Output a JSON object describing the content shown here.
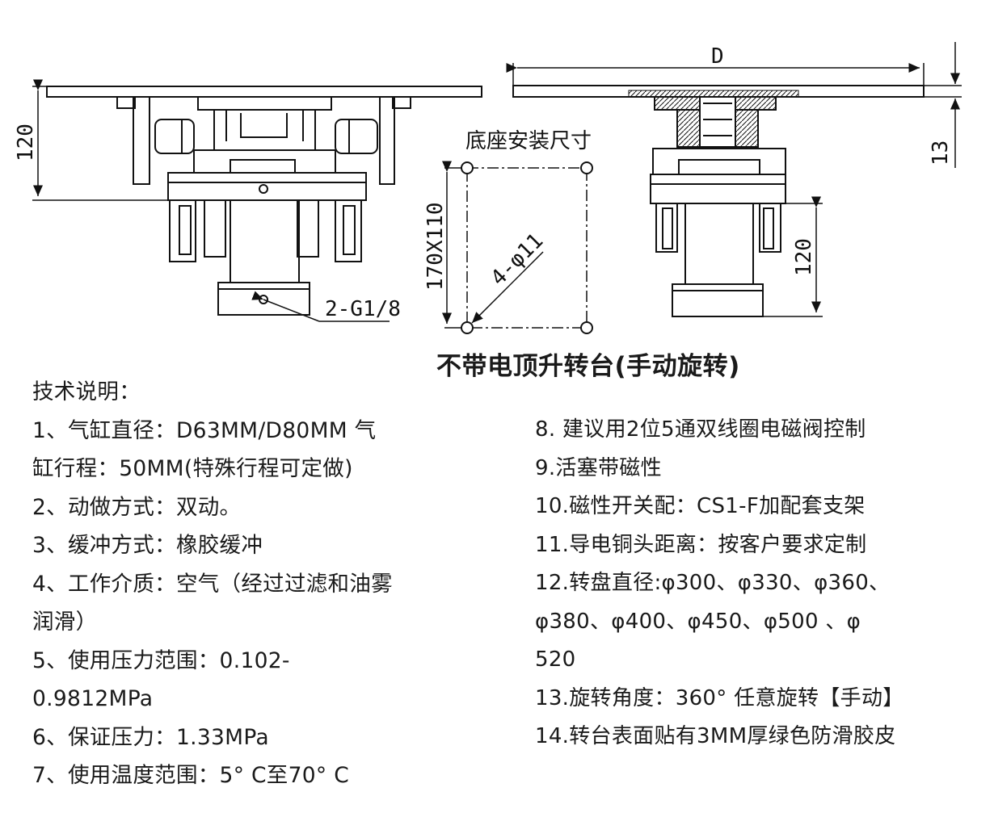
{
  "drawing": {
    "left_view": {
      "height_label": "120",
      "port_label": "2-G1/8"
    },
    "base_view": {
      "caption": "底座安装尺寸",
      "size_label": "170X110",
      "hole_label": "4-φ11"
    },
    "right_view": {
      "diameter_label": "D",
      "plate_label": "13",
      "height_label": "120"
    }
  },
  "title": "不带电顶升转台(手动旋转)",
  "specs": {
    "heading": "技术说明：",
    "left": [
      "1、气缸直径：D63MM/D80MM 气",
      "缸行程：50MM(特殊行程可定做)",
      "2、动做方式：双动。",
      "3、缓冲方式：橡胶缓冲",
      "4、工作介质：空气（经过过滤和油雾",
      "润滑）",
      "5、使用压力范围：0.102-",
      "0.9812MPa",
      "6、保证压力：1.33MPa",
      "7、使用温度范围：5° C至70° C"
    ],
    "right": [
      "8. 建议用2位5通双线圈电磁阀控制",
      "9.活塞带磁性",
      "10.磁性开关配：CS1-F加配套支架",
      "11.导电铜头距离：按客户要求定制",
      "12.转盘直径:φ300、φ330、φ360、",
      "φ380、φ400、φ450、φ500 、φ",
      "520",
      "13.旋转角度：360° 任意旋转【手动】",
      "14.转台表面贴有3MM厚绿色防滑胶皮"
    ]
  }
}
